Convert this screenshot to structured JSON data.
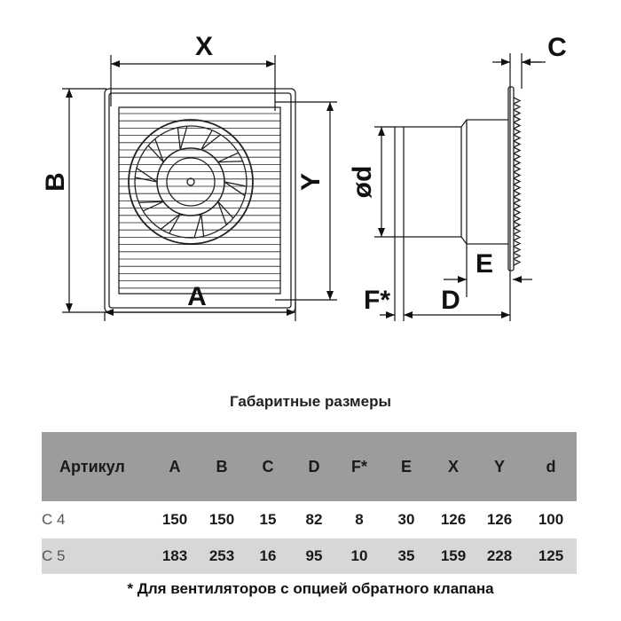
{
  "drawing": {
    "labels": {
      "X": "X",
      "Y": "Y",
      "A": "A",
      "B": "B",
      "C": "C",
      "D": "D",
      "E": "E",
      "F": "F*",
      "d": "ød"
    }
  },
  "table": {
    "title": "Габаритные размеры",
    "headers": [
      "Артикул",
      "A",
      "B",
      "C",
      "D",
      "F*",
      "E",
      "X",
      "Y",
      "d"
    ],
    "rows": [
      [
        "С 4",
        "150",
        "150",
        "15",
        "82",
        "8",
        "30",
        "126",
        "126",
        "100"
      ],
      [
        "С 5",
        "183",
        "253",
        "16",
        "95",
        "10",
        "35",
        "159",
        "228",
        "125"
      ]
    ],
    "footnote": "* Для вентиляторов с опцией обратного клапана"
  }
}
